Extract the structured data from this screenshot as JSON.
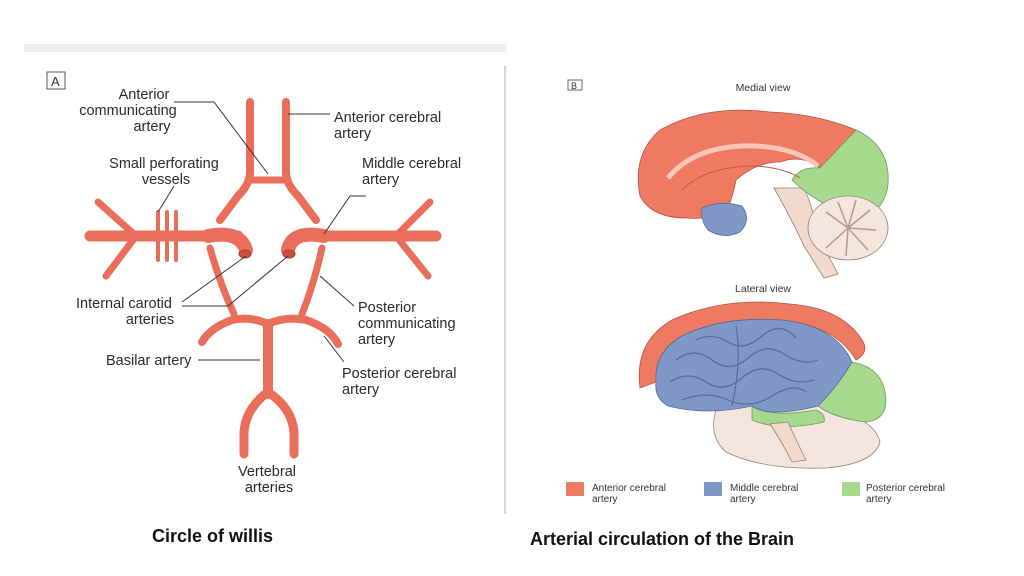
{
  "panel_a": {
    "letter": "A",
    "labels": {
      "anterior_communicating": [
        "Anterior",
        "communicating",
        "artery"
      ],
      "anterior_cerebral": [
        "Anterior cerebral",
        "artery"
      ],
      "small_perforating": [
        "Small perforating",
        "vessels"
      ],
      "middle_cerebral": [
        "Middle cerebral",
        "artery"
      ],
      "internal_carotid": [
        "Internal carotid",
        "arteries"
      ],
      "posterior_communicating": [
        "Posterior",
        "communicating",
        "artery"
      ],
      "basilar": [
        "Basilar artery"
      ],
      "posterior_cerebral": [
        "Posterior cerebral",
        "artery"
      ],
      "vertebral": [
        "Vertebral",
        "arteries"
      ]
    },
    "caption": "Circle of willis"
  },
  "panel_b": {
    "letter": "B",
    "medial_title": "Medial view",
    "lateral_title": "Lateral view",
    "legend": [
      {
        "label": [
          "Anterior cerebral",
          "artery"
        ],
        "color": "#ee7a62"
      },
      {
        "label": [
          "Middle cerebral",
          "artery"
        ],
        "color": "#7f98c8"
      },
      {
        "label": [
          "Posterior cerebral",
          "artery"
        ],
        "color": "#a6d88e"
      }
    ],
    "caption": "Arterial circulation of the Brain"
  },
  "colors": {
    "artery": "#e96f5c",
    "artery_dark": "#c94f3f",
    "brainstem": "#f1d9cd",
    "cerebellum": "#f4e6de"
  }
}
